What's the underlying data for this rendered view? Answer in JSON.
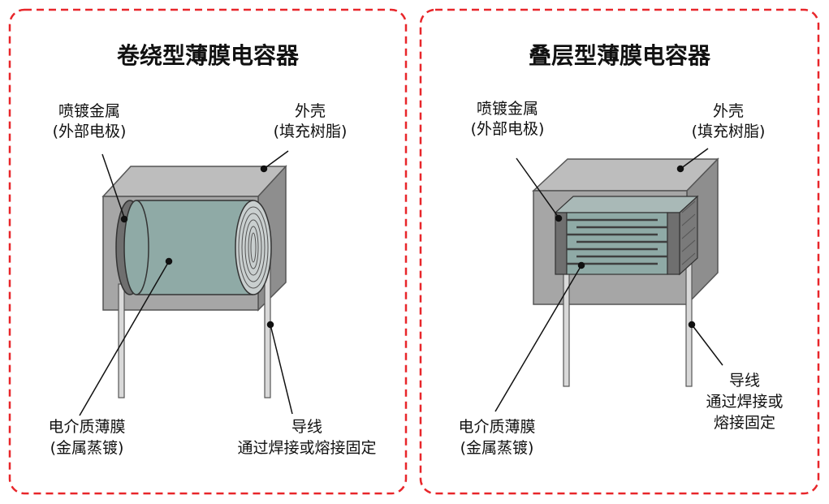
{
  "colors": {
    "border_dash": "#e8262a",
    "housing_front": "#a6a6a6",
    "housing_top": "#bdbdbd",
    "housing_side": "#8e8e8e",
    "film": "#8faaa6",
    "electrode": "#6f6f6f",
    "lead": "#d9d9d9"
  },
  "panels": [
    {
      "title": "卷绕型薄膜电容器",
      "metal_label": {
        "line1": "喷镀金属",
        "line2": "(外部电极)"
      },
      "case_label": {
        "line1": "外壳",
        "line2": "(填充树脂)"
      },
      "film_label": {
        "line1": "电介质薄膜",
        "line2": "(金属蒸镀)"
      },
      "lead_label": {
        "line1": "导线",
        "line2": "通过焊接或熔接固定"
      }
    },
    {
      "title": "叠层型薄膜电容器",
      "metal_label": {
        "line1": "喷镀金属",
        "line2": "(外部电极)"
      },
      "case_label": {
        "line1": "外壳",
        "line2": "(填充树脂)"
      },
      "film_label": {
        "line1": "电介质薄膜",
        "line2": "(金属蒸镀)"
      },
      "lead_label": {
        "line1": "导线",
        "line2": "通过焊接或",
        "line3": "熔接固定"
      }
    }
  ]
}
